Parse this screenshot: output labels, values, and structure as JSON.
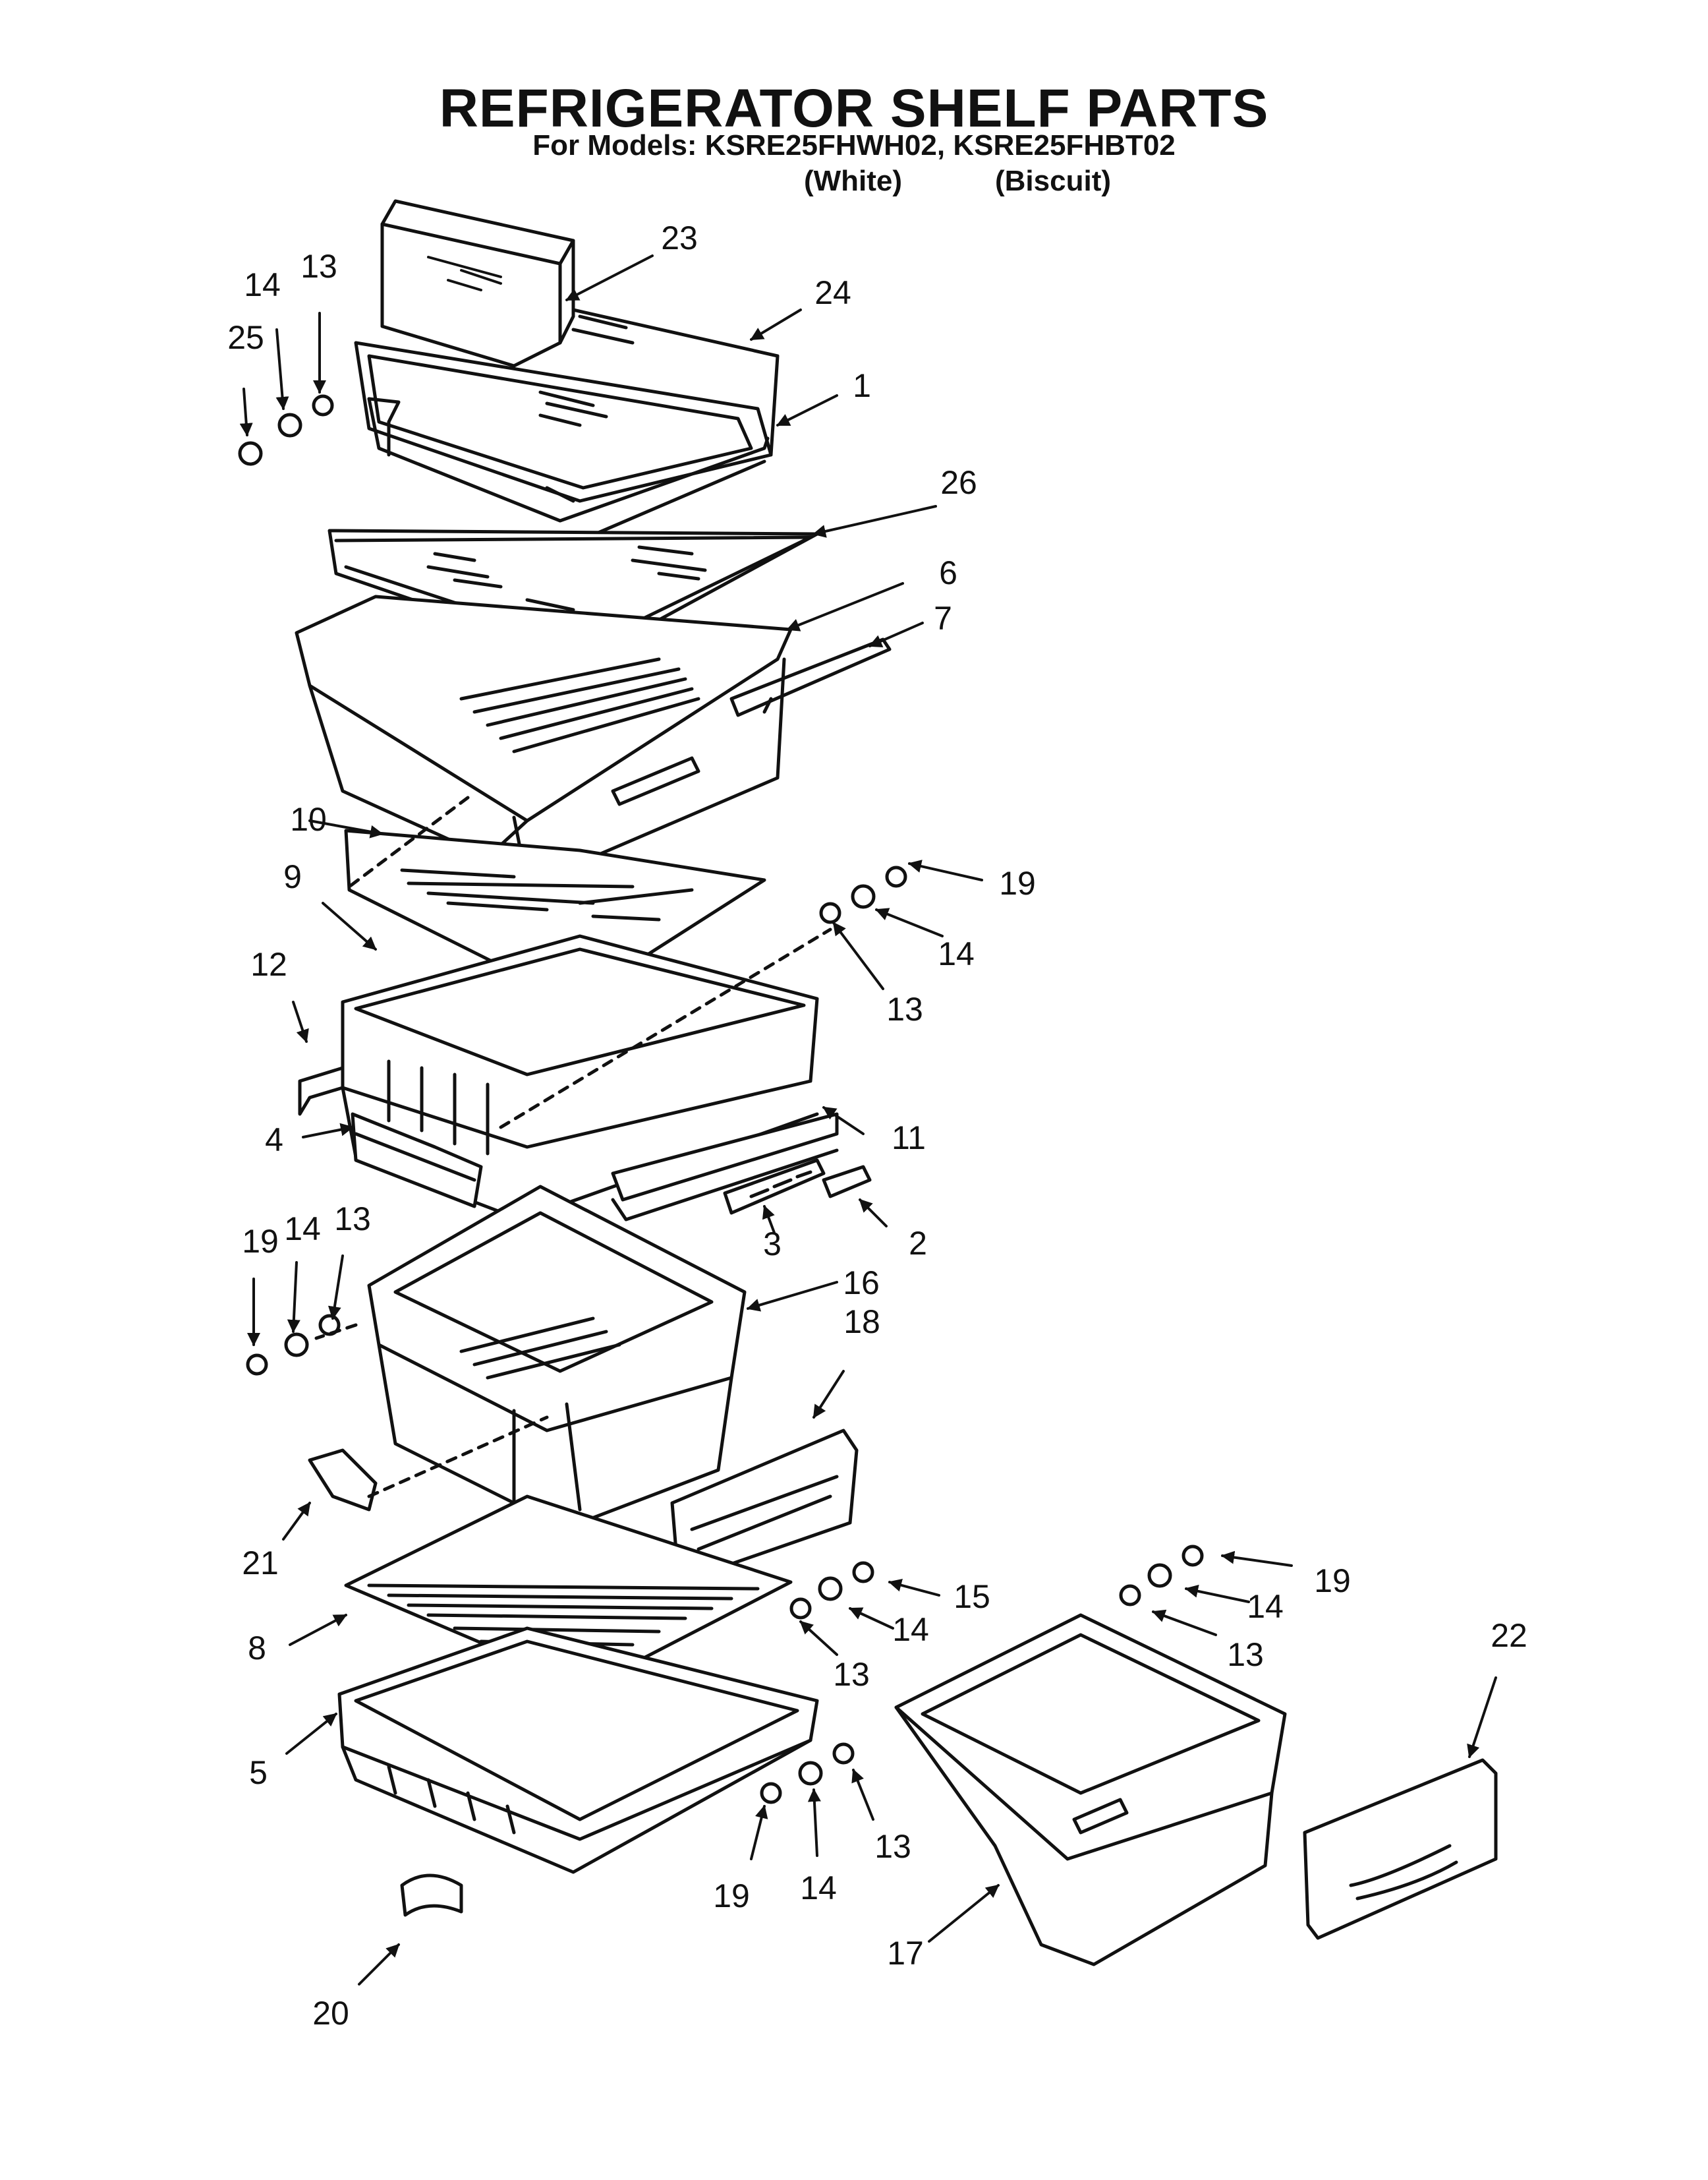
{
  "header": {
    "title": "REFRIGERATOR SHELF PARTS",
    "subtitle": "For Models: KSRE25FHWH02, KSRE25FHBT02",
    "variant_white": "(White)",
    "variant_biscuit": "(Biscuit)"
  },
  "callouts": [
    {
      "id": "c23",
      "label": "23"
    },
    {
      "id": "c24",
      "label": "24"
    },
    {
      "id": "c1",
      "label": "1"
    },
    {
      "id": "c26",
      "label": "26"
    },
    {
      "id": "c6",
      "label": "6"
    },
    {
      "id": "c7",
      "label": "7"
    },
    {
      "id": "c14a",
      "label": "14"
    },
    {
      "id": "c13a",
      "label": "13"
    },
    {
      "id": "c25",
      "label": "25"
    },
    {
      "id": "c10",
      "label": "10"
    },
    {
      "id": "c9",
      "label": "9"
    },
    {
      "id": "c12",
      "label": "12"
    },
    {
      "id": "c4",
      "label": "4"
    },
    {
      "id": "c19a",
      "label": "19"
    },
    {
      "id": "c14b",
      "label": "14"
    },
    {
      "id": "c13b",
      "label": "13"
    },
    {
      "id": "c11",
      "label": "11"
    },
    {
      "id": "c3",
      "label": "3"
    },
    {
      "id": "c2",
      "label": "2"
    },
    {
      "id": "c19b",
      "label": "19"
    },
    {
      "id": "c14c",
      "label": "14"
    },
    {
      "id": "c13c",
      "label": "13"
    },
    {
      "id": "c16",
      "label": "16"
    },
    {
      "id": "c18",
      "label": "18"
    },
    {
      "id": "c21",
      "label": "21"
    },
    {
      "id": "c8",
      "label": "8"
    },
    {
      "id": "c5",
      "label": "5"
    },
    {
      "id": "c15",
      "label": "15"
    },
    {
      "id": "c14d",
      "label": "14"
    },
    {
      "id": "c13d",
      "label": "13"
    },
    {
      "id": "c19c",
      "label": "19"
    },
    {
      "id": "c14e",
      "label": "14"
    },
    {
      "id": "c13e",
      "label": "13"
    },
    {
      "id": "c22",
      "label": "22"
    },
    {
      "id": "c19d",
      "label": "19"
    },
    {
      "id": "c14f",
      "label": "14"
    },
    {
      "id": "c13f",
      "label": "13"
    },
    {
      "id": "c17",
      "label": "17"
    },
    {
      "id": "c20",
      "label": "20"
    }
  ]
}
